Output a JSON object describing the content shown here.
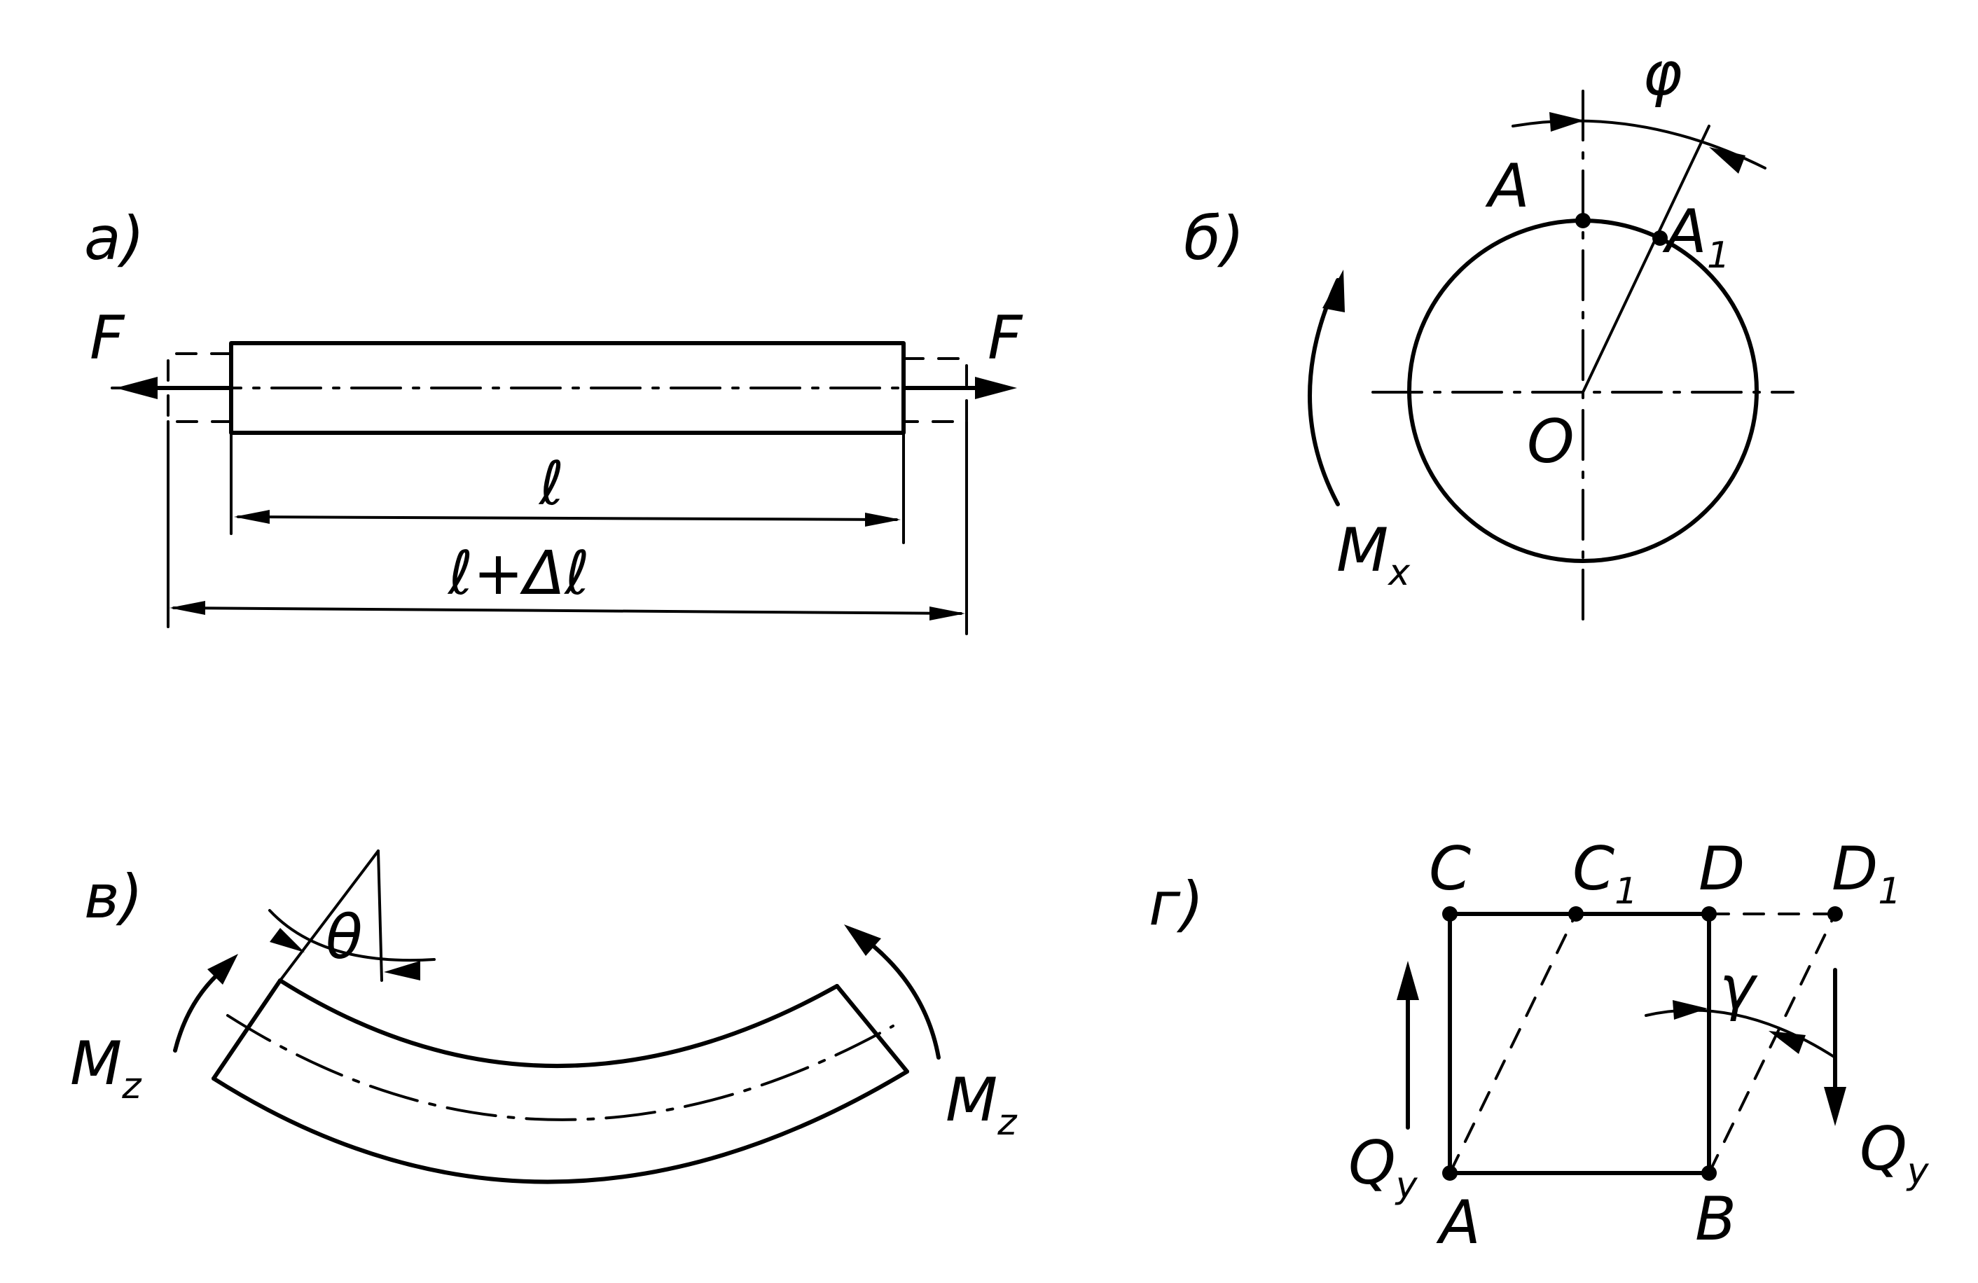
{
  "panels": {
    "a": {
      "tag": "a)",
      "force_left": "F",
      "force_right": "F",
      "length": "ℓ",
      "length_elongated": "ℓ+Δℓ"
    },
    "b": {
      "tag": "б)",
      "point_a": "A",
      "point_a1_base": "A",
      "point_a1_sub": "1",
      "angle": "φ",
      "center": "O",
      "moment_base": "M",
      "moment_sub": "x"
    },
    "v": {
      "tag": "в)",
      "angle": "θ",
      "moment_left_base": "M",
      "moment_left_sub": "z",
      "moment_right_base": "M",
      "moment_right_sub": "z"
    },
    "g": {
      "tag": "г)",
      "c": "C",
      "c1_base": "C",
      "c1_sub": "1",
      "d": "D",
      "d1_base": "D",
      "d1_sub": "1",
      "a": "A",
      "b": "B",
      "angle": "γ",
      "shear_left_base": "Q",
      "shear_left_sub": "y",
      "shear_right_base": "Q",
      "shear_right_sub": "y"
    }
  }
}
